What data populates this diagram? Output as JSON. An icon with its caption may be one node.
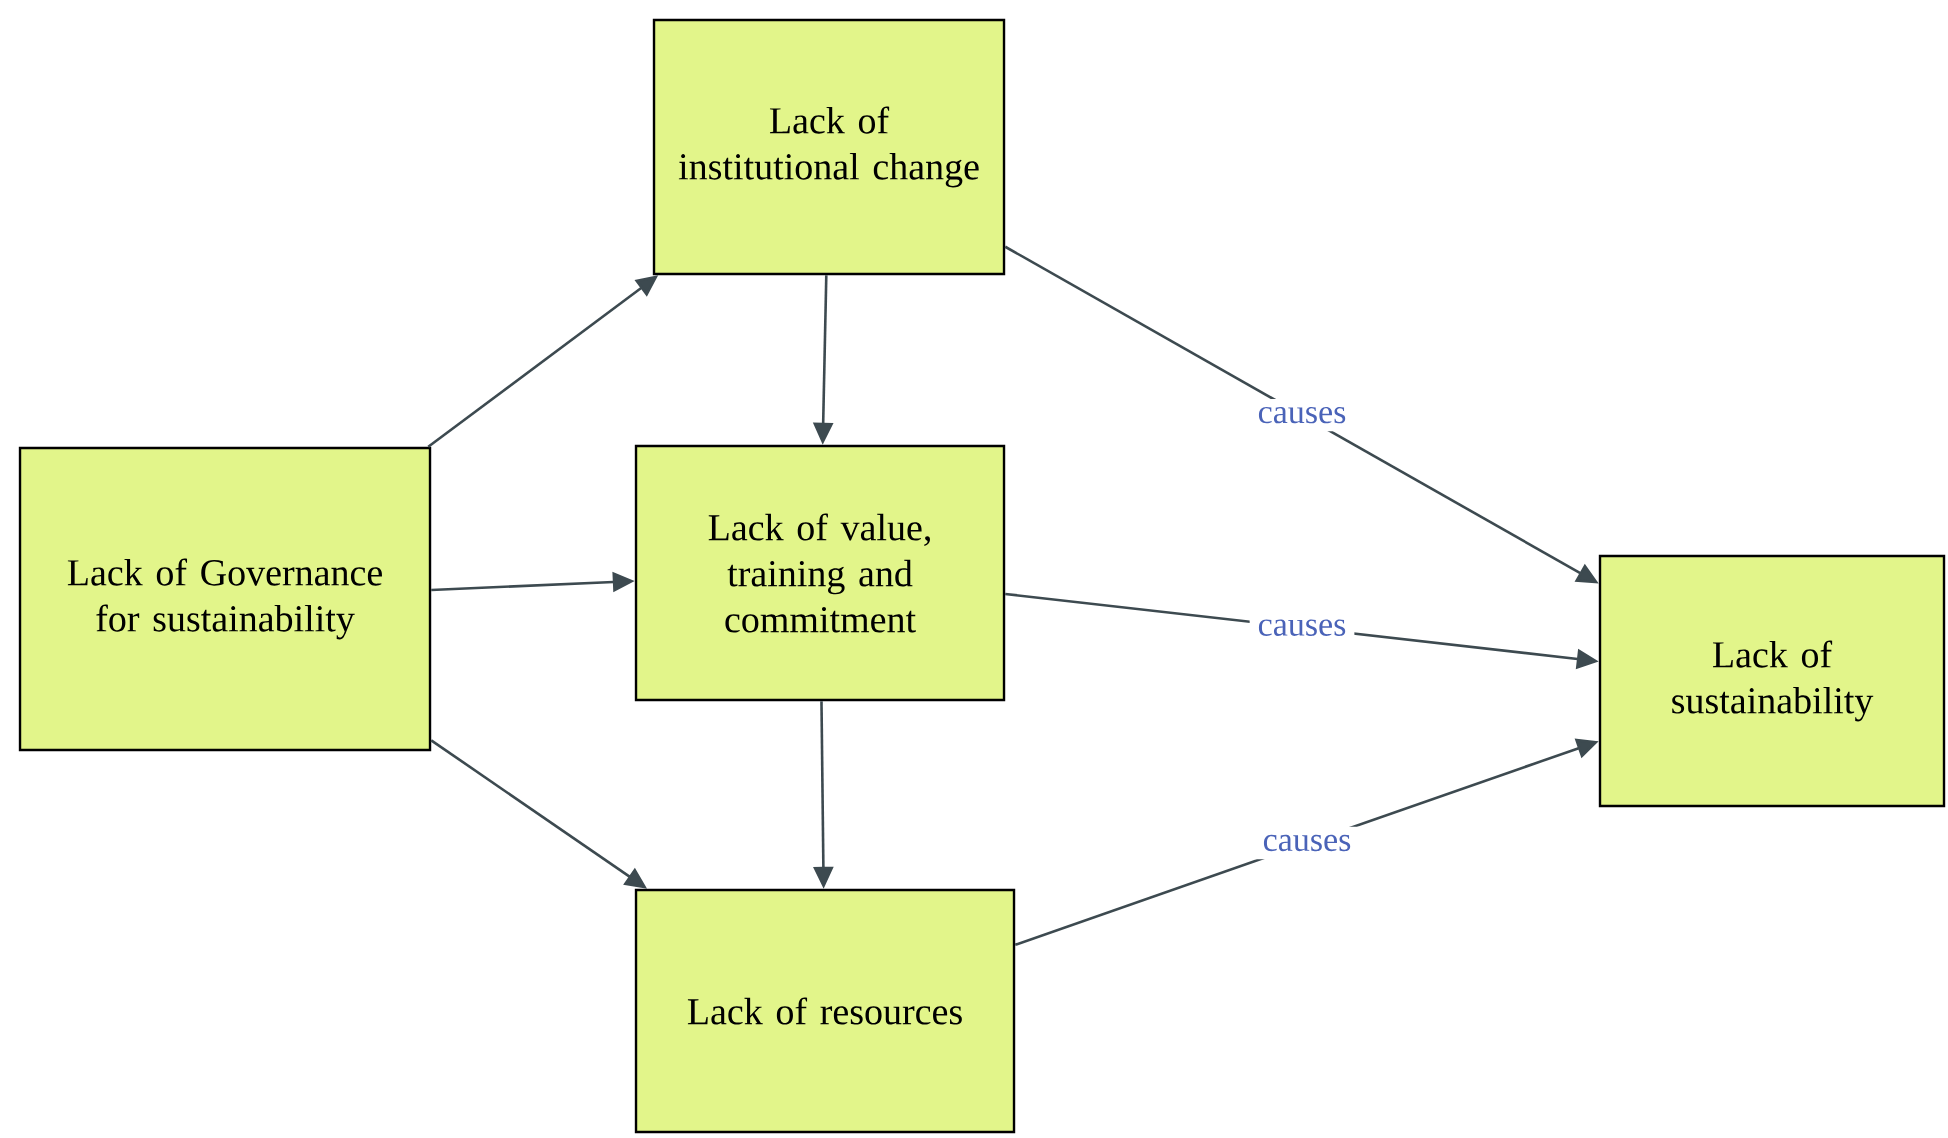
{
  "diagram": {
    "nodes": [
      {
        "text": [
          "Lack of Governance for sustainability"
        ]
      },
      {
        "text": [
          "Lack of institutional change"
        ]
      },
      {
        "text": [
          "Lack of value, training and commitment"
        ]
      },
      {
        "text": [
          "Lack of resources"
        ]
      },
      {
        "text": [
          "Lack of sustainability"
        ]
      }
    ],
    "edges": [
      {
        "from": 0,
        "to": 1,
        "arrow": "to"
      },
      {
        "from": 0,
        "to": 2,
        "arrow": "to"
      },
      {
        "from": 0,
        "to": 3,
        "arrow": "to"
      },
      {
        "from": 1,
        "to": 2,
        "arrow": "to"
      },
      {
        "from": 2,
        "to": 3,
        "arrow": "to"
      },
      {
        "from": 1,
        "to": 4,
        "arrow": "to",
        "label": "causes"
      },
      {
        "from": 2,
        "to": 4,
        "arrow": "to",
        "label": "causes"
      },
      {
        "from": 3,
        "to": 4,
        "arrow": "to",
        "label": "causes"
      }
    ]
  }
}
